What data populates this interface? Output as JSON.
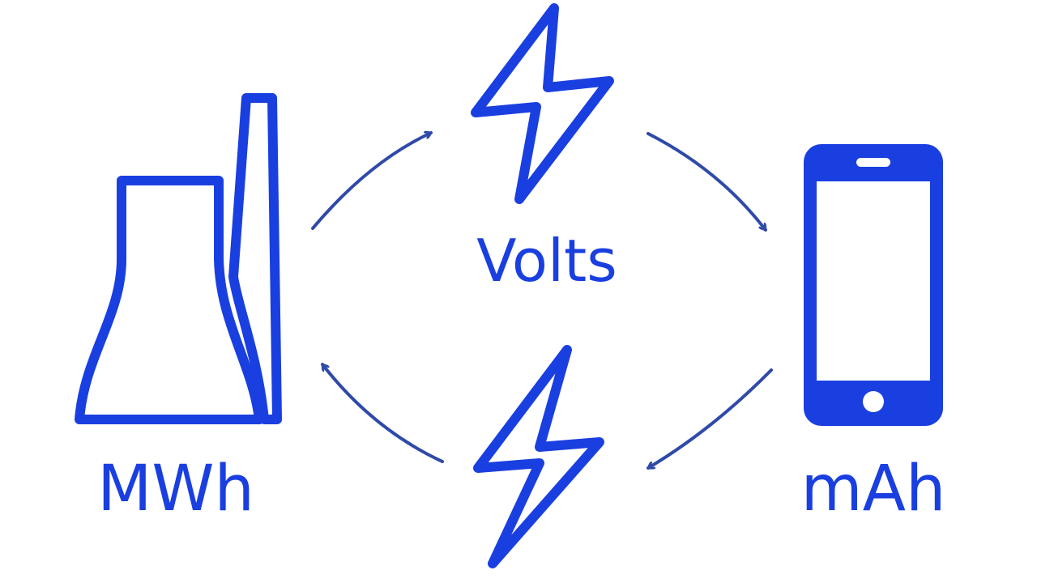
{
  "labels": {
    "left": "MWh",
    "center": "Volts",
    "right": "mAh"
  },
  "icons": {
    "left": "power-plant-icon",
    "top": "lightning-bolt-icon",
    "bottom": "lightning-bolt-icon",
    "right": "smartphone-icon",
    "arrows": "curved-arrow-icon"
  },
  "colors": {
    "icon_blue": "#1a3fe0",
    "arrow_blue": "#2f4aa8",
    "background": "#ffffff"
  }
}
